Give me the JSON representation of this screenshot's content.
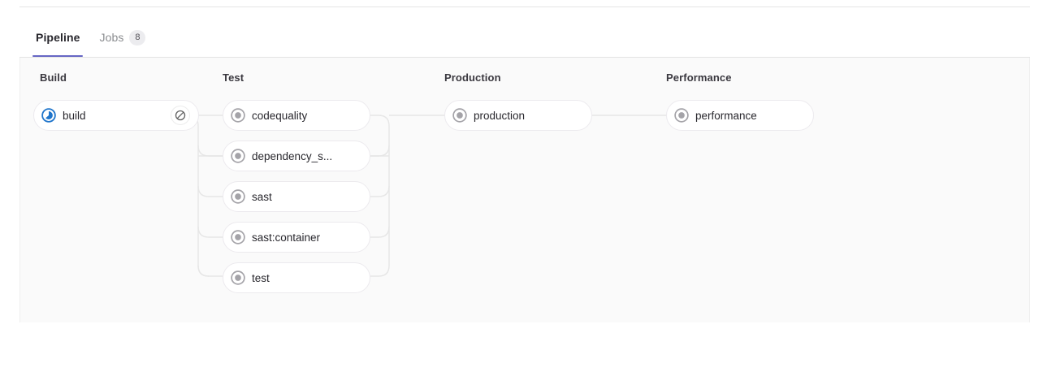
{
  "tabs": [
    {
      "label": "Pipeline",
      "active": true,
      "badge": null
    },
    {
      "label": "Jobs",
      "active": false,
      "badge": "8"
    }
  ],
  "colors": {
    "active_tab_underline": "#6666c4",
    "running_status": "#1f75cb",
    "created_status": "#989898",
    "panel_background": "#fafafa",
    "connector": "#e6e6e6",
    "pill_border": "#eceaee",
    "text_primary": "#28272d",
    "text_muted": "#8b8d90"
  },
  "pipeline": {
    "stages": [
      {
        "name": "Build",
        "jobs": [
          {
            "name": "build",
            "status": "running",
            "status_icon": "status-running-icon",
            "action": "cancel",
            "action_icon": "cancel-icon"
          }
        ]
      },
      {
        "name": "Test",
        "jobs": [
          {
            "name": "codequality",
            "status": "created",
            "status_icon": "status-created-icon"
          },
          {
            "name": "dependency_s...",
            "status": "created",
            "status_icon": "status-created-icon"
          },
          {
            "name": "sast",
            "status": "created",
            "status_icon": "status-created-icon"
          },
          {
            "name": "sast:container",
            "status": "created",
            "status_icon": "status-created-icon"
          },
          {
            "name": "test",
            "status": "created",
            "status_icon": "status-created-icon"
          }
        ]
      },
      {
        "name": "Production",
        "jobs": [
          {
            "name": "production",
            "status": "created",
            "status_icon": "status-created-icon"
          }
        ]
      },
      {
        "name": "Performance",
        "jobs": [
          {
            "name": "performance",
            "status": "created",
            "status_icon": "status-created-icon"
          }
        ]
      }
    ]
  }
}
